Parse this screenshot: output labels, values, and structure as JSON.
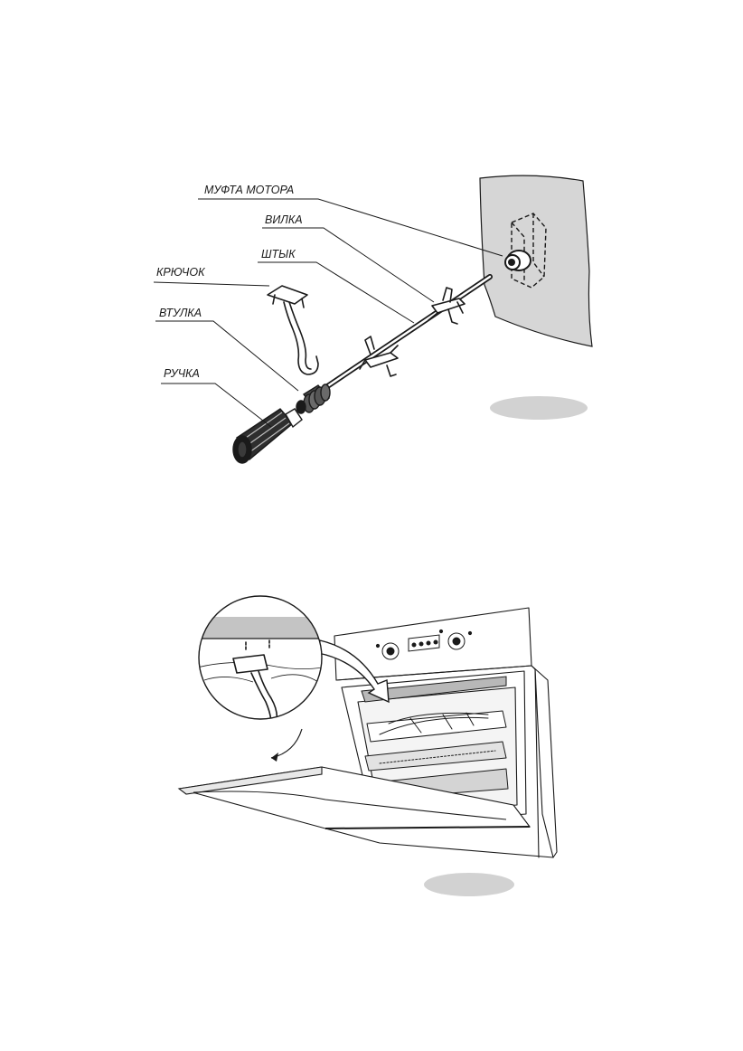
{
  "figure1": {
    "labels": {
      "motor_coupling": "МУФТА МОТОРА",
      "fork": "ВИЛКА",
      "spit": "ШТЫК",
      "hook": "КРЮЧОК",
      "bushing": "ВТУЛКА",
      "handle": "РУЧКА"
    }
  },
  "figure2": {},
  "colors": {
    "wall": "#d6d6d6",
    "badge": "#d2d2d2",
    "line": "#1a1a1a"
  }
}
